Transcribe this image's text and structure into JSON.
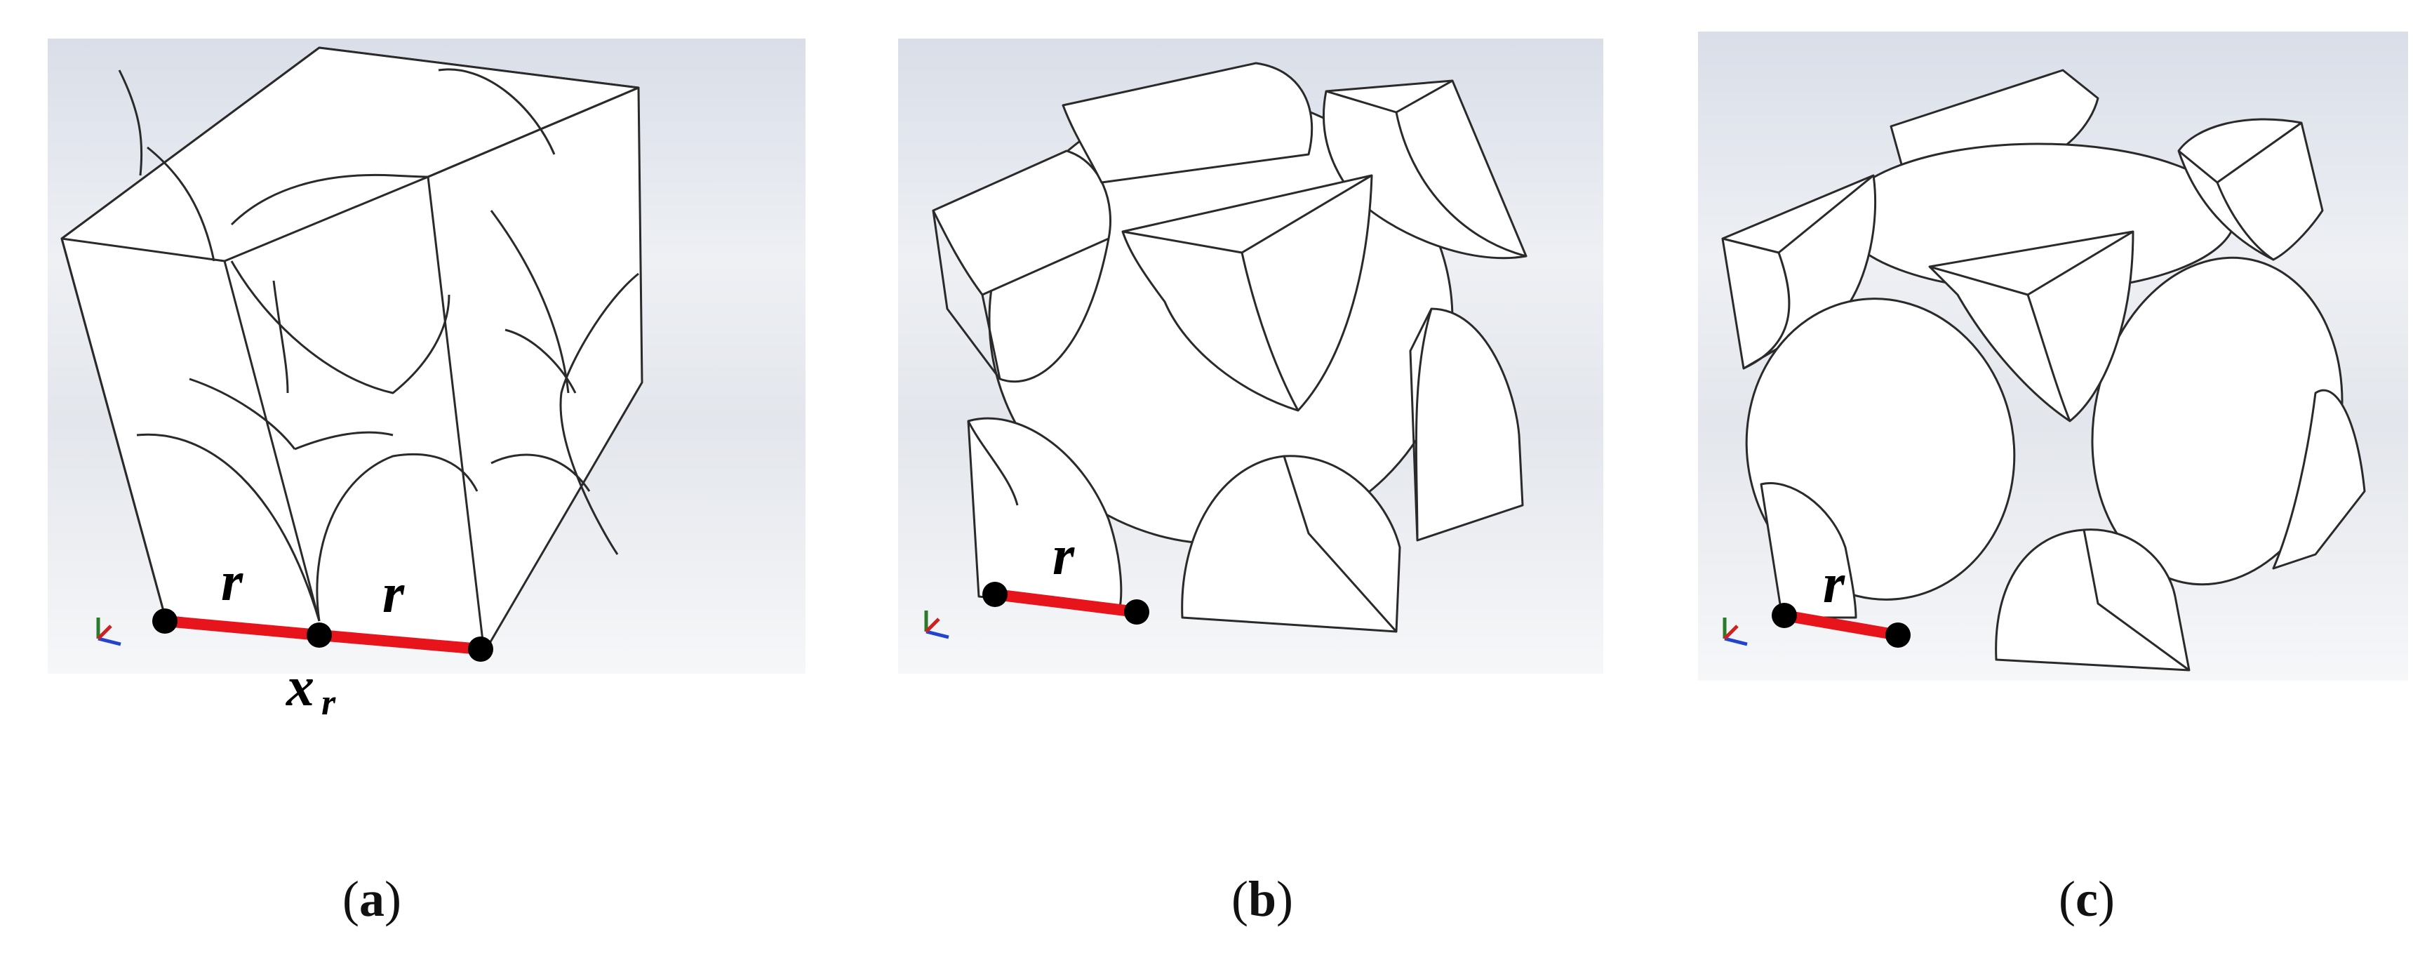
{
  "panels": [
    {
      "id": "a",
      "caption_letter": "a",
      "labels": [
        "r",
        "r"
      ],
      "sub_label": "x",
      "sub_index": "r"
    },
    {
      "id": "b",
      "caption_letter": "b",
      "labels": [
        "r"
      ]
    },
    {
      "id": "c",
      "caption_letter": "c",
      "labels": [
        "r"
      ]
    }
  ],
  "colors": {
    "segment": "#e8141b",
    "node": "#000000",
    "outline": "#2a2a2a",
    "background_top": "#dfe3ea"
  },
  "icons": [
    "axis-triad-icon"
  ]
}
